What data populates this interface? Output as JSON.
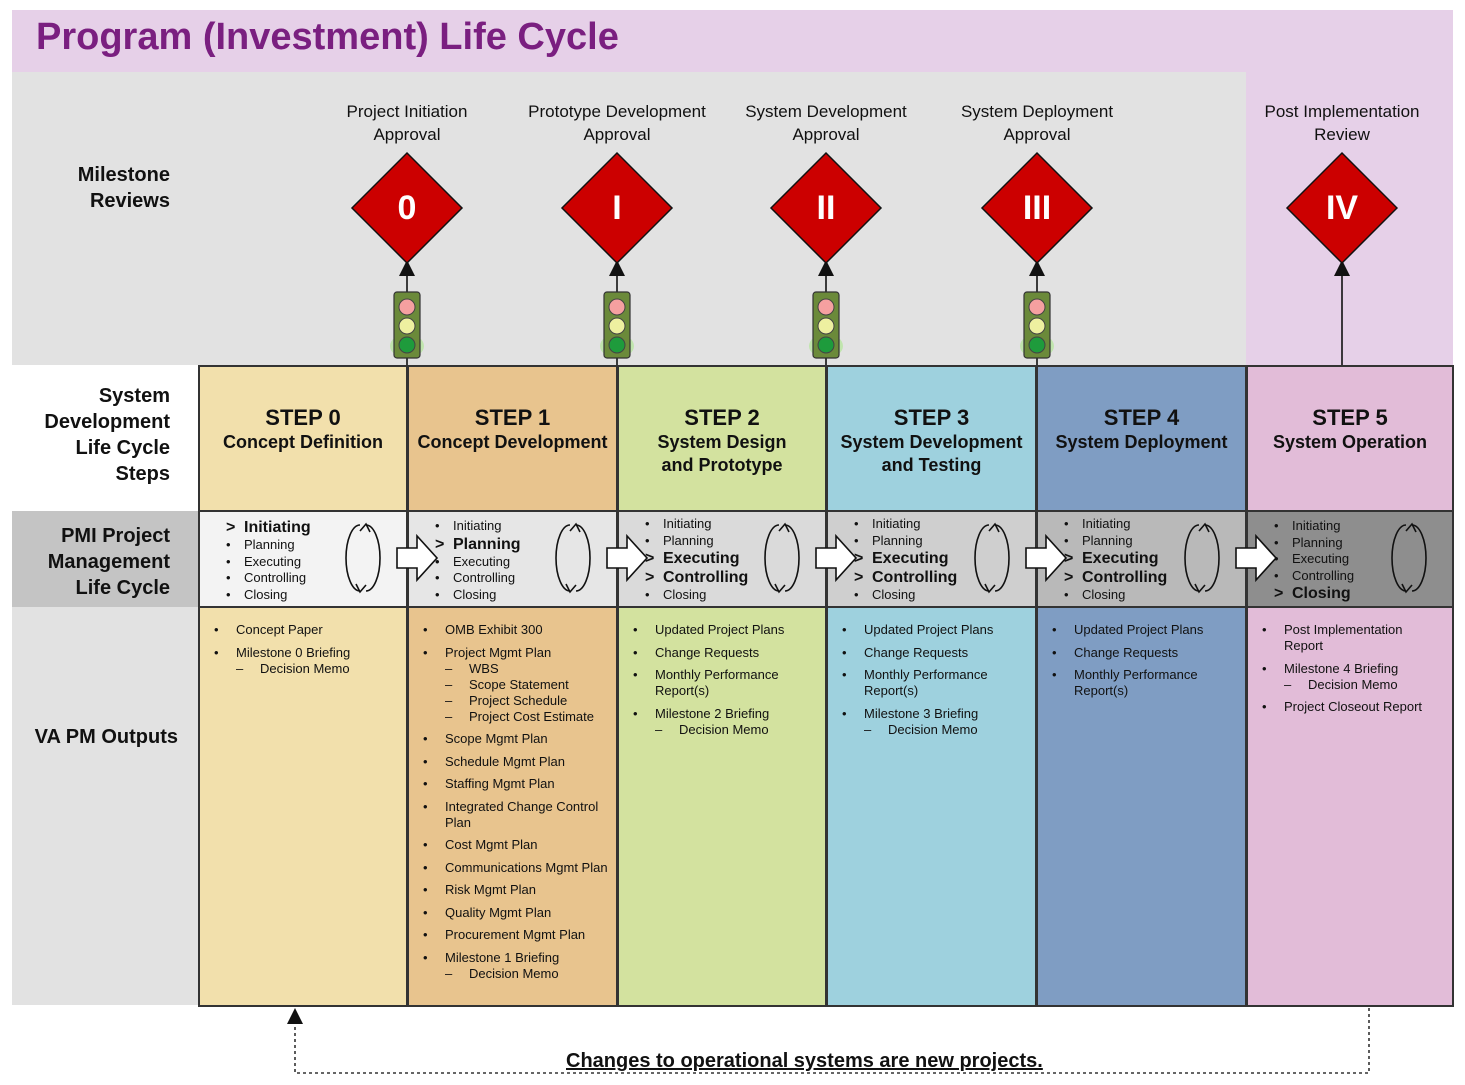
{
  "title": "Program (Investment) Life Cycle",
  "row_labels": {
    "milestone": "Milestone\nReviews",
    "sdlc": "System\nDevelopment\nLife Cycle\nSteps",
    "pmi": "PMI Project\nManagement\nLife Cycle",
    "outputs": "VA PM Outputs"
  },
  "milestones": [
    {
      "label": "Project Initiation\nApproval",
      "numeral": "0",
      "traffic_light": true
    },
    {
      "label": "Prototype Development\nApproval",
      "numeral": "I",
      "traffic_light": true
    },
    {
      "label": "System Development\nApproval",
      "numeral": "II",
      "traffic_light": true
    },
    {
      "label": "System Deployment\nApproval",
      "numeral": "III",
      "traffic_light": true
    },
    {
      "label": "Post Implementation\nReview",
      "numeral": "IV",
      "traffic_light": false
    }
  ],
  "steps": [
    {
      "num": "STEP 0",
      "name": "Concept Definition",
      "color": "#f2e0ac"
    },
    {
      "num": "STEP 1",
      "name": "Concept Development",
      "color": "#e8c48e"
    },
    {
      "num": "STEP 2",
      "name": "System Design\nand Prototype",
      "color": "#d3e29f"
    },
    {
      "num": "STEP 3",
      "name": "System Development\nand Testing",
      "color": "#9ed1de"
    },
    {
      "num": "STEP 4",
      "name": "System Deployment",
      "color": "#7f9dc3"
    },
    {
      "num": "STEP 5",
      "name": "System Operation",
      "color": "#e2bcd8"
    }
  ],
  "pmi_phases": [
    {
      "bg": "#f3f3f3",
      "items": [
        {
          "marker": ">",
          "text": "Initiating",
          "highlight": true
        },
        {
          "marker": "•",
          "text": "Planning",
          "highlight": false
        },
        {
          "marker": "•",
          "text": "Executing",
          "highlight": false
        },
        {
          "marker": "•",
          "text": "Controlling",
          "highlight": false
        },
        {
          "marker": "•",
          "text": "Closing",
          "highlight": false
        }
      ]
    },
    {
      "bg": "#e6e6e6",
      "items": [
        {
          "marker": "•",
          "text": "Initiating",
          "highlight": false
        },
        {
          "marker": ">",
          "text": "Planning",
          "highlight": true
        },
        {
          "marker": "•",
          "text": "Executing",
          "highlight": false
        },
        {
          "marker": "•",
          "text": "Controlling",
          "highlight": false
        },
        {
          "marker": "•",
          "text": "Closing",
          "highlight": false
        }
      ]
    },
    {
      "bg": "#dadada",
      "items": [
        {
          "marker": "•",
          "text": "Initiating",
          "highlight": false
        },
        {
          "marker": "•",
          "text": "Planning",
          "highlight": false
        },
        {
          "marker": ">",
          "text": "Executing",
          "highlight": true
        },
        {
          "marker": ">",
          "text": "Controlling",
          "highlight": true
        },
        {
          "marker": "•",
          "text": "Closing",
          "highlight": false
        }
      ]
    },
    {
      "bg": "#cfcfcf",
      "items": [
        {
          "marker": "•",
          "text": "Initiating",
          "highlight": false
        },
        {
          "marker": "•",
          "text": "Planning",
          "highlight": false
        },
        {
          "marker": ">",
          "text": "Executing",
          "highlight": true
        },
        {
          "marker": ">",
          "text": "Controlling",
          "highlight": true
        },
        {
          "marker": "•",
          "text": "Closing",
          "highlight": false
        }
      ]
    },
    {
      "bg": "#b9b9b9",
      "items": [
        {
          "marker": "•",
          "text": "Initiating",
          "highlight": false
        },
        {
          "marker": "•",
          "text": "Planning",
          "highlight": false
        },
        {
          "marker": ">",
          "text": "Executing",
          "highlight": true
        },
        {
          "marker": ">",
          "text": "Controlling",
          "highlight": true
        },
        {
          "marker": "•",
          "text": "Closing",
          "highlight": false
        }
      ]
    },
    {
      "bg": "#8e8e8e",
      "items": [
        {
          "marker": "•",
          "text": "Initiating",
          "highlight": false
        },
        {
          "marker": "•",
          "text": "Planning",
          "highlight": false
        },
        {
          "marker": "•",
          "text": "Executing",
          "highlight": false
        },
        {
          "marker": "•",
          "text": "Controlling",
          "highlight": false
        },
        {
          "marker": ">",
          "text": "Closing",
          "highlight": true
        }
      ]
    }
  ],
  "outputs": [
    [
      {
        "text": "Concept Paper",
        "subs": []
      },
      {
        "text": "Milestone 0 Briefing",
        "subs": [
          "Decision Memo"
        ]
      }
    ],
    [
      {
        "text": "OMB Exhibit 300",
        "subs": []
      },
      {
        "text": "Project Mgmt Plan",
        "subs": [
          "WBS",
          "Scope Statement",
          "Project Schedule",
          "Project Cost Estimate"
        ]
      },
      {
        "text": "Scope Mgmt Plan",
        "subs": []
      },
      {
        "text": "Schedule Mgmt Plan",
        "subs": []
      },
      {
        "text": "Staffing Mgmt Plan",
        "subs": []
      },
      {
        "text": "Integrated Change Control Plan",
        "subs": []
      },
      {
        "text": "Cost Mgmt Plan",
        "subs": []
      },
      {
        "text": "Communications Mgmt Plan",
        "subs": []
      },
      {
        "text": "Risk Mgmt Plan",
        "subs": []
      },
      {
        "text": "Quality Mgmt Plan",
        "subs": []
      },
      {
        "text": "Procurement Mgmt Plan",
        "subs": []
      },
      {
        "text": "Milestone 1 Briefing",
        "subs": [
          "Decision Memo"
        ]
      }
    ],
    [
      {
        "text": "Updated Project Plans",
        "subs": []
      },
      {
        "text": "Change Requests",
        "subs": []
      },
      {
        "text": "Monthly Performance Report(s)",
        "subs": []
      },
      {
        "text": "Milestone 2 Briefing",
        "subs": [
          "Decision Memo"
        ]
      }
    ],
    [
      {
        "text": "Updated Project Plans",
        "subs": []
      },
      {
        "text": "Change Requests",
        "subs": []
      },
      {
        "text": "Monthly Performance Report(s)",
        "subs": []
      },
      {
        "text": "Milestone 3 Briefing",
        "subs": [
          "Decision Memo"
        ]
      }
    ],
    [
      {
        "text": "Updated Project Plans",
        "subs": []
      },
      {
        "text": "Change Requests",
        "subs": []
      },
      {
        "text": "Monthly Performance Report(s)",
        "subs": []
      }
    ],
    [
      {
        "text": "Post Implementation Report",
        "subs": []
      },
      {
        "text": "Milestone 4 Briefing",
        "subs": [
          "Decision Memo"
        ]
      },
      {
        "text": "Project Closeout Report",
        "subs": []
      }
    ]
  ],
  "footer_note": "Changes to operational systems are new projects.",
  "colors": {
    "diamond": "#cc0000",
    "title": "#7a1f80",
    "light_red": "#f5a0a0",
    "light_yellow": "#eef0a0",
    "light_green": "#1e9b3c"
  }
}
